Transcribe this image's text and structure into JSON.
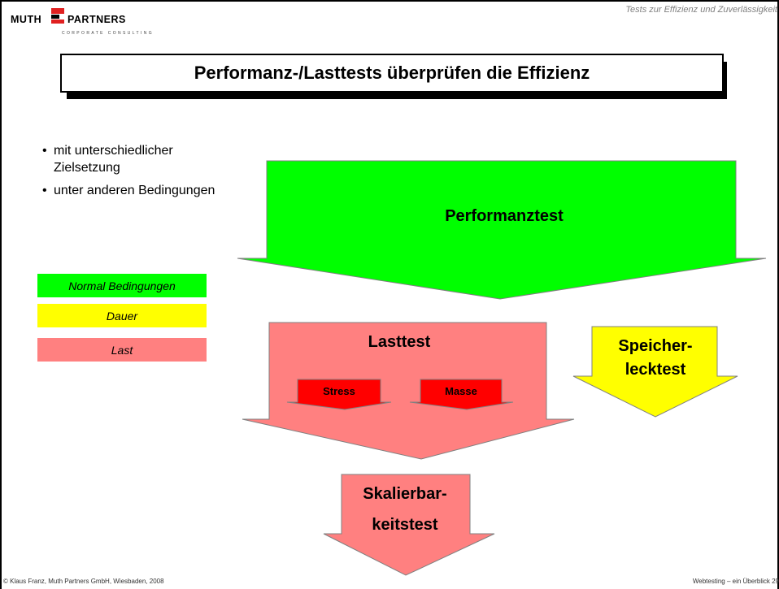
{
  "header": {
    "logo_left": "MUTH",
    "logo_right": "PARTNERS",
    "logo_sub": "CORPORATE CONSULTING",
    "section": "Tests zur Effizienz und Zuverlässigkeit"
  },
  "title": "Performanz-/Lasttests überprüfen die Effizienz",
  "bullets": [
    "mit unterschiedlicher Zielsetzung",
    "unter anderen Bedingungen"
  ],
  "legend": [
    {
      "label": "Normal Bedingungen",
      "color": "#00ff00"
    },
    {
      "label": "Dauer",
      "color": "#ffff00"
    },
    {
      "label": "Last",
      "color": "#ff8080"
    }
  ],
  "diagram": {
    "performanztest": "Performanztest",
    "lasttest": "Lasttest",
    "stress": "Stress",
    "masse": "Masse",
    "speicher_line1": "Speicher-",
    "speicher_line2": "lecktest",
    "skalier_line1": "Skalierbar-",
    "skalier_line2": "keitstest",
    "colors": {
      "green": "#00ff00",
      "yellow": "#ffff00",
      "pink": "#ff8080",
      "red": "#ff0000"
    }
  },
  "footer": {
    "left": "© Klaus Franz, Muth Partners GmbH, Wiesbaden, 2008",
    "right": "Webtesting – ein Überblick 29"
  }
}
